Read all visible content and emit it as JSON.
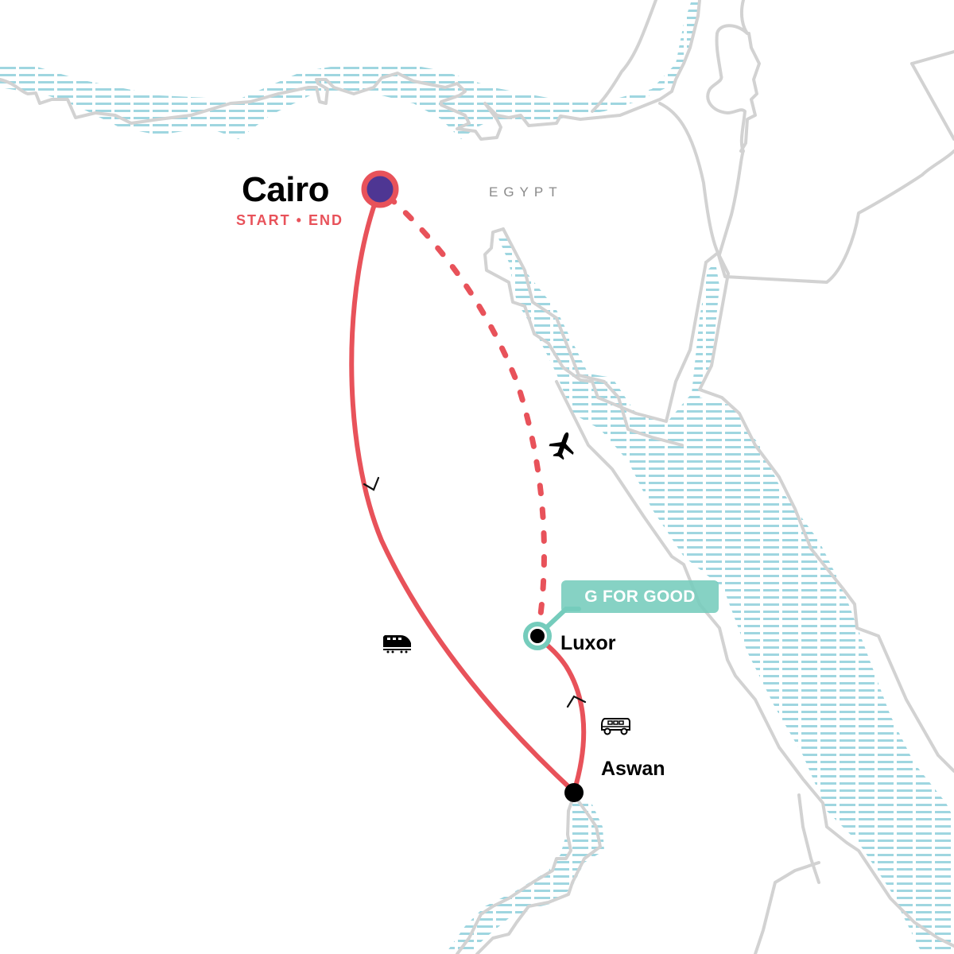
{
  "map": {
    "country_label": "EGYPT",
    "colors": {
      "route": "#e8525a",
      "start_end_fill": "#4e3693",
      "border": "#d2d2d2",
      "water_hatch": "#9fd6e0",
      "g_for_good": "#75ccbc",
      "stop_dot": "#000000"
    }
  },
  "stops": [
    {
      "name": "Cairo",
      "role": "START • END",
      "marker": "start-end"
    },
    {
      "name": "Luxor",
      "role": "",
      "marker": "g-for-good-stop"
    },
    {
      "name": "Aswan",
      "role": "",
      "marker": "stop"
    }
  ],
  "badge": {
    "text": "G FOR GOOD"
  },
  "legs": [
    {
      "from": "Cairo",
      "to": "Aswan",
      "transport": "train",
      "icon": "train-icon",
      "style": "solid"
    },
    {
      "from": "Aswan",
      "to": "Luxor",
      "transport": "van",
      "icon": "van-icon",
      "style": "solid"
    },
    {
      "from": "Luxor",
      "to": "Cairo",
      "transport": "flight",
      "icon": "plane-icon",
      "style": "dashed"
    }
  ]
}
